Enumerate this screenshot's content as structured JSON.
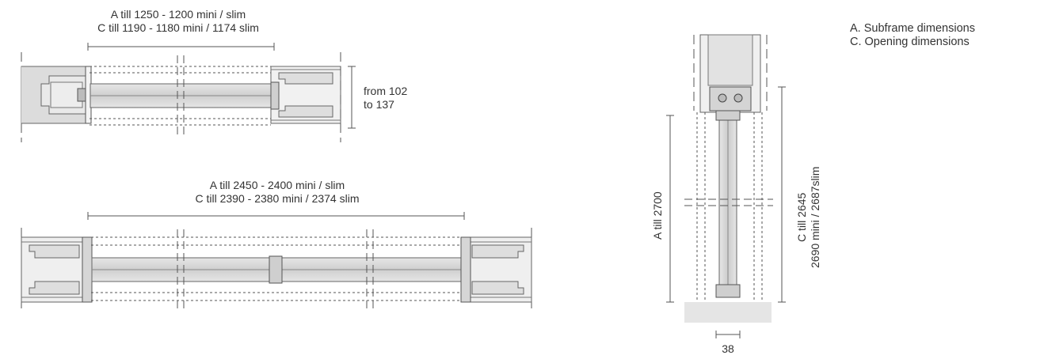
{
  "top_section": {
    "line1": "A till 1250 - 1200 mini / slim",
    "line2": "C till 1190 - 1180 mini / 1174 slim",
    "depth_line1": "from 102",
    "depth_line2": "to 137"
  },
  "bottom_section": {
    "line1": "A till 2450 - 2400 mini / slim",
    "line2": "C till 2390 - 2380 mini / 2374 slim"
  },
  "vertical_section": {
    "a_label": "A till 2700",
    "c_line1": "C till 2645",
    "c_line2": "2690 mini / 2687slim",
    "bottom_width": "38"
  },
  "legend": {
    "a": "A. Subframe dimensions",
    "c": "C. Opening dimensions"
  }
}
